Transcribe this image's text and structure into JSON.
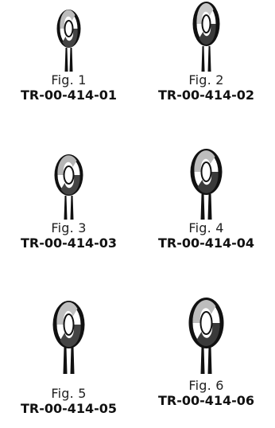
{
  "items": [
    {
      "fig": "Fig. 1",
      "part": "TR-00-414-01",
      "icon": "ring-forceps-tip-icon"
    },
    {
      "fig": "Fig. 2",
      "part": "TR-00-414-02",
      "icon": "ring-forceps-tip-icon"
    },
    {
      "fig": "Fig. 3",
      "part": "TR-00-414-03",
      "icon": "ring-forceps-tip-icon"
    },
    {
      "fig": "Fig. 4",
      "part": "TR-00-414-04",
      "icon": "ring-forceps-tip-icon"
    },
    {
      "fig": "Fig. 5",
      "part": "TR-00-414-05",
      "icon": "ring-forceps-tip-icon"
    },
    {
      "fig": "Fig. 6",
      "part": "TR-00-414-06",
      "icon": "ring-forceps-tip-icon"
    }
  ],
  "colors": {
    "ink": "#111111",
    "background": "#ffffff"
  }
}
